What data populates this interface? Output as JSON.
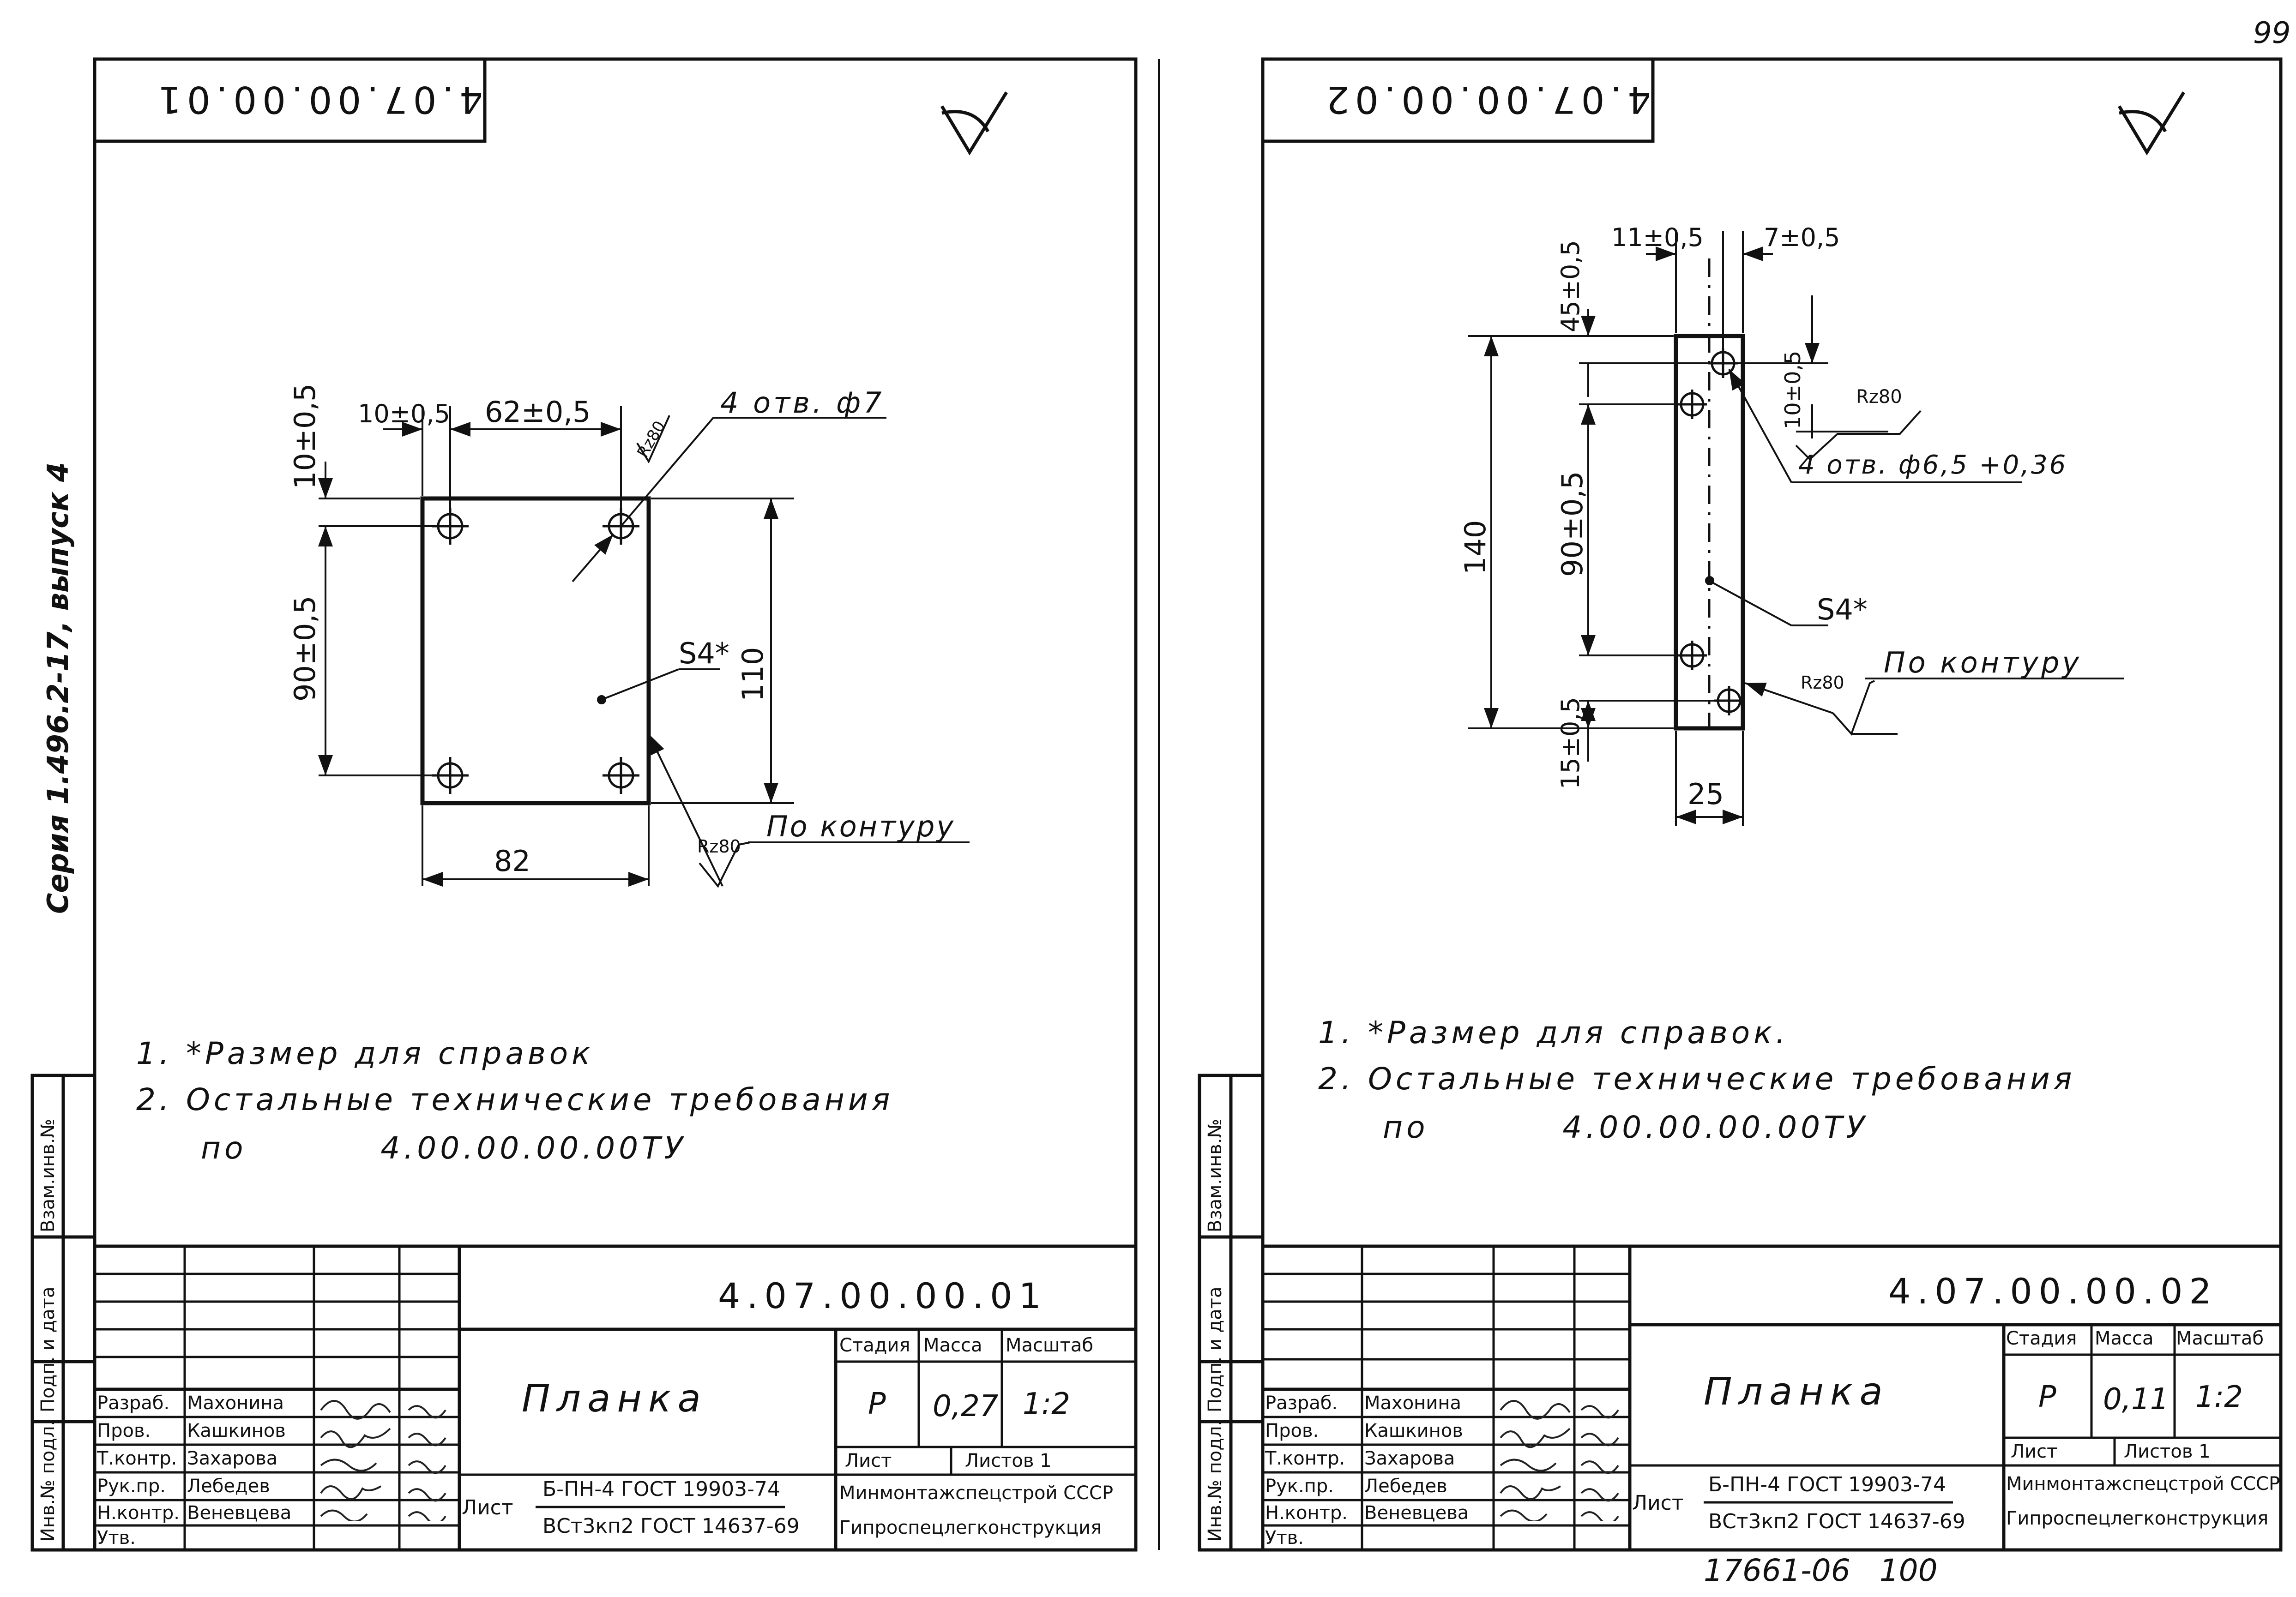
{
  "page_number": "99",
  "series_label": "Серия 1.496.2-17, выпуск 4",
  "side_stamp_labels": [
    "Инв.№ подл.",
    "Подп. и дата",
    "Взам.инв.№"
  ],
  "bottom_handwriting": "17661-06   100",
  "sheets": [
    {
      "stamp_code": "4.07.00.00.01",
      "roughness_symbol": "∀(√)",
      "dims": {
        "top_edge": "10±0,5",
        "hole_spacing_x": "62±0,5",
        "top_margin_y": "10±0,5",
        "hole_spacing_y": "90±0,5",
        "height": "110",
        "width": "82",
        "roughness_side": "Rz80",
        "roughness_contour": "Rz80"
      },
      "labels": {
        "holes": "4 отв. ф7",
        "thickness": "S4*",
        "contour": "По контуру"
      },
      "notes": [
        "1. *Размер для справок",
        "2. Остальные технические требования",
        "по          4.00.00.00.00ТУ"
      ],
      "title_block": {
        "code": "4.07.00.00.01",
        "name": "Планка",
        "roles": [
          "Разраб.",
          "Пров.",
          "Т.контр.",
          "Рук.пр.",
          "Н.контр.",
          "Утв."
        ],
        "people": [
          "Махонина",
          "Кашкинов",
          "Захарова",
          "Лебедев",
          "Веневцева",
          ""
        ],
        "col_headers": [
          "Стадия",
          "Масса",
          "Масштаб"
        ],
        "stage": "Р",
        "mass": "0,27",
        "scale": "1:2",
        "sheet_label": "Лист",
        "sheets_label": "Листов 1",
        "material_prefix": "Лист",
        "material_top": "Б-ПН-4 ГОСТ 19903-74",
        "material_bottom": "ВСт3кп2 ГОСТ 14637-69",
        "org_top": "Минмонтажспецстрой СССР",
        "org_bottom": "Гипроспецлегконструкция"
      }
    },
    {
      "stamp_code": "4.07.00.00.02",
      "roughness_symbol": "∀(√)",
      "dims": {
        "left_margin_x": "11±0,5",
        "right_margin_x": "7±0,5",
        "top_margin_y": "45±0,5",
        "hole_offset_y": "10±0,5",
        "height": "140",
        "hole_spacing_y": "90±0,5",
        "bottom_margin_y": "15±0,5",
        "width": "25",
        "roughness_side": "Rz80",
        "roughness_contour": "Rz80"
      },
      "labels": {
        "holes": "4 отв. ф6,5 +0,36",
        "thickness": "S4*",
        "contour": "По контуру"
      },
      "notes": [
        "1. *Размер для справок.",
        "2. Остальные технические требования",
        "по          4.00.00.00.00ТУ"
      ],
      "title_block": {
        "code": "4.07.00.00.02",
        "name": "Планка",
        "roles": [
          "Разраб.",
          "Пров.",
          "Т.контр.",
          "Рук.пр.",
          "Н.контр.",
          "Утв."
        ],
        "people": [
          "Махонина",
          "Кашкинов",
          "Захарова",
          "Лебедев",
          "Веневцева",
          ""
        ],
        "col_headers": [
          "Стадия",
          "Масса",
          "Масштаб"
        ],
        "stage": "Р",
        "mass": "0,11",
        "scale": "1:2",
        "sheet_label": "Лист",
        "sheets_label": "Листов 1",
        "material_prefix": "Лист",
        "material_top": "Б-ПН-4 ГОСТ 19903-74",
        "material_bottom": "ВСт3кп2 ГОСТ 14637-69",
        "org_top": "Минмонтажспецстрой СССР",
        "org_bottom": "Гипроспецлегконструкция"
      }
    }
  ]
}
